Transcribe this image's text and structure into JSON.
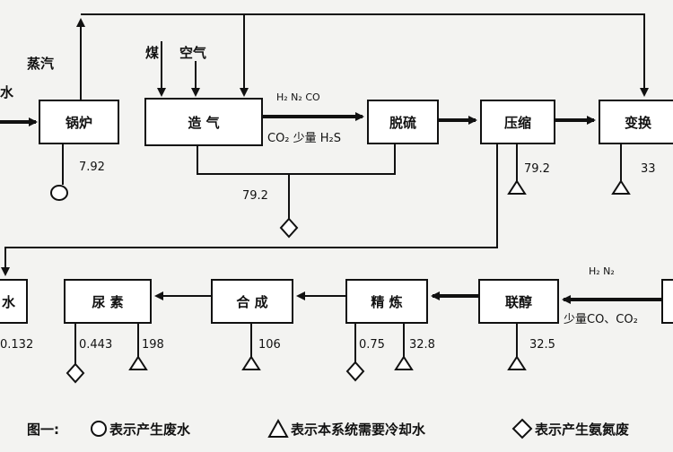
{
  "units": {
    "boiler": "锅炉",
    "gasifier": "造 气",
    "desulf": "脱硫",
    "compress": "压缩",
    "shift": "变换",
    "urea": "尿 素",
    "synthesis": "合 成",
    "refine": "精 炼",
    "methanol": "联醇"
  },
  "inputs": {
    "water": "水",
    "steam": "蒸汽",
    "coal": "煤",
    "air": "空气",
    "gas_top": "H₂ N₂ CO",
    "gas_bottom": "CO₂ 少量 H₂S",
    "right_top": "H₂ N₂",
    "right_bottom": "少量CO、CO₂"
  },
  "values": {
    "boiler": "7.92",
    "gasifier": "79.2",
    "compress": "79.2",
    "shift": "33",
    "left_cut": "0.132",
    "urea_a": "0.443",
    "urea_b": "198",
    "synthesis": "106",
    "refine_a": "0.75",
    "refine_b": "32.8",
    "methanol": "32.5"
  },
  "legend": {
    "title": "图一:",
    "circle": "表示产生废水",
    "triangle": "表示本系统需要冷却水",
    "diamond": "表示产生氨氮废"
  },
  "cut_label": "水"
}
